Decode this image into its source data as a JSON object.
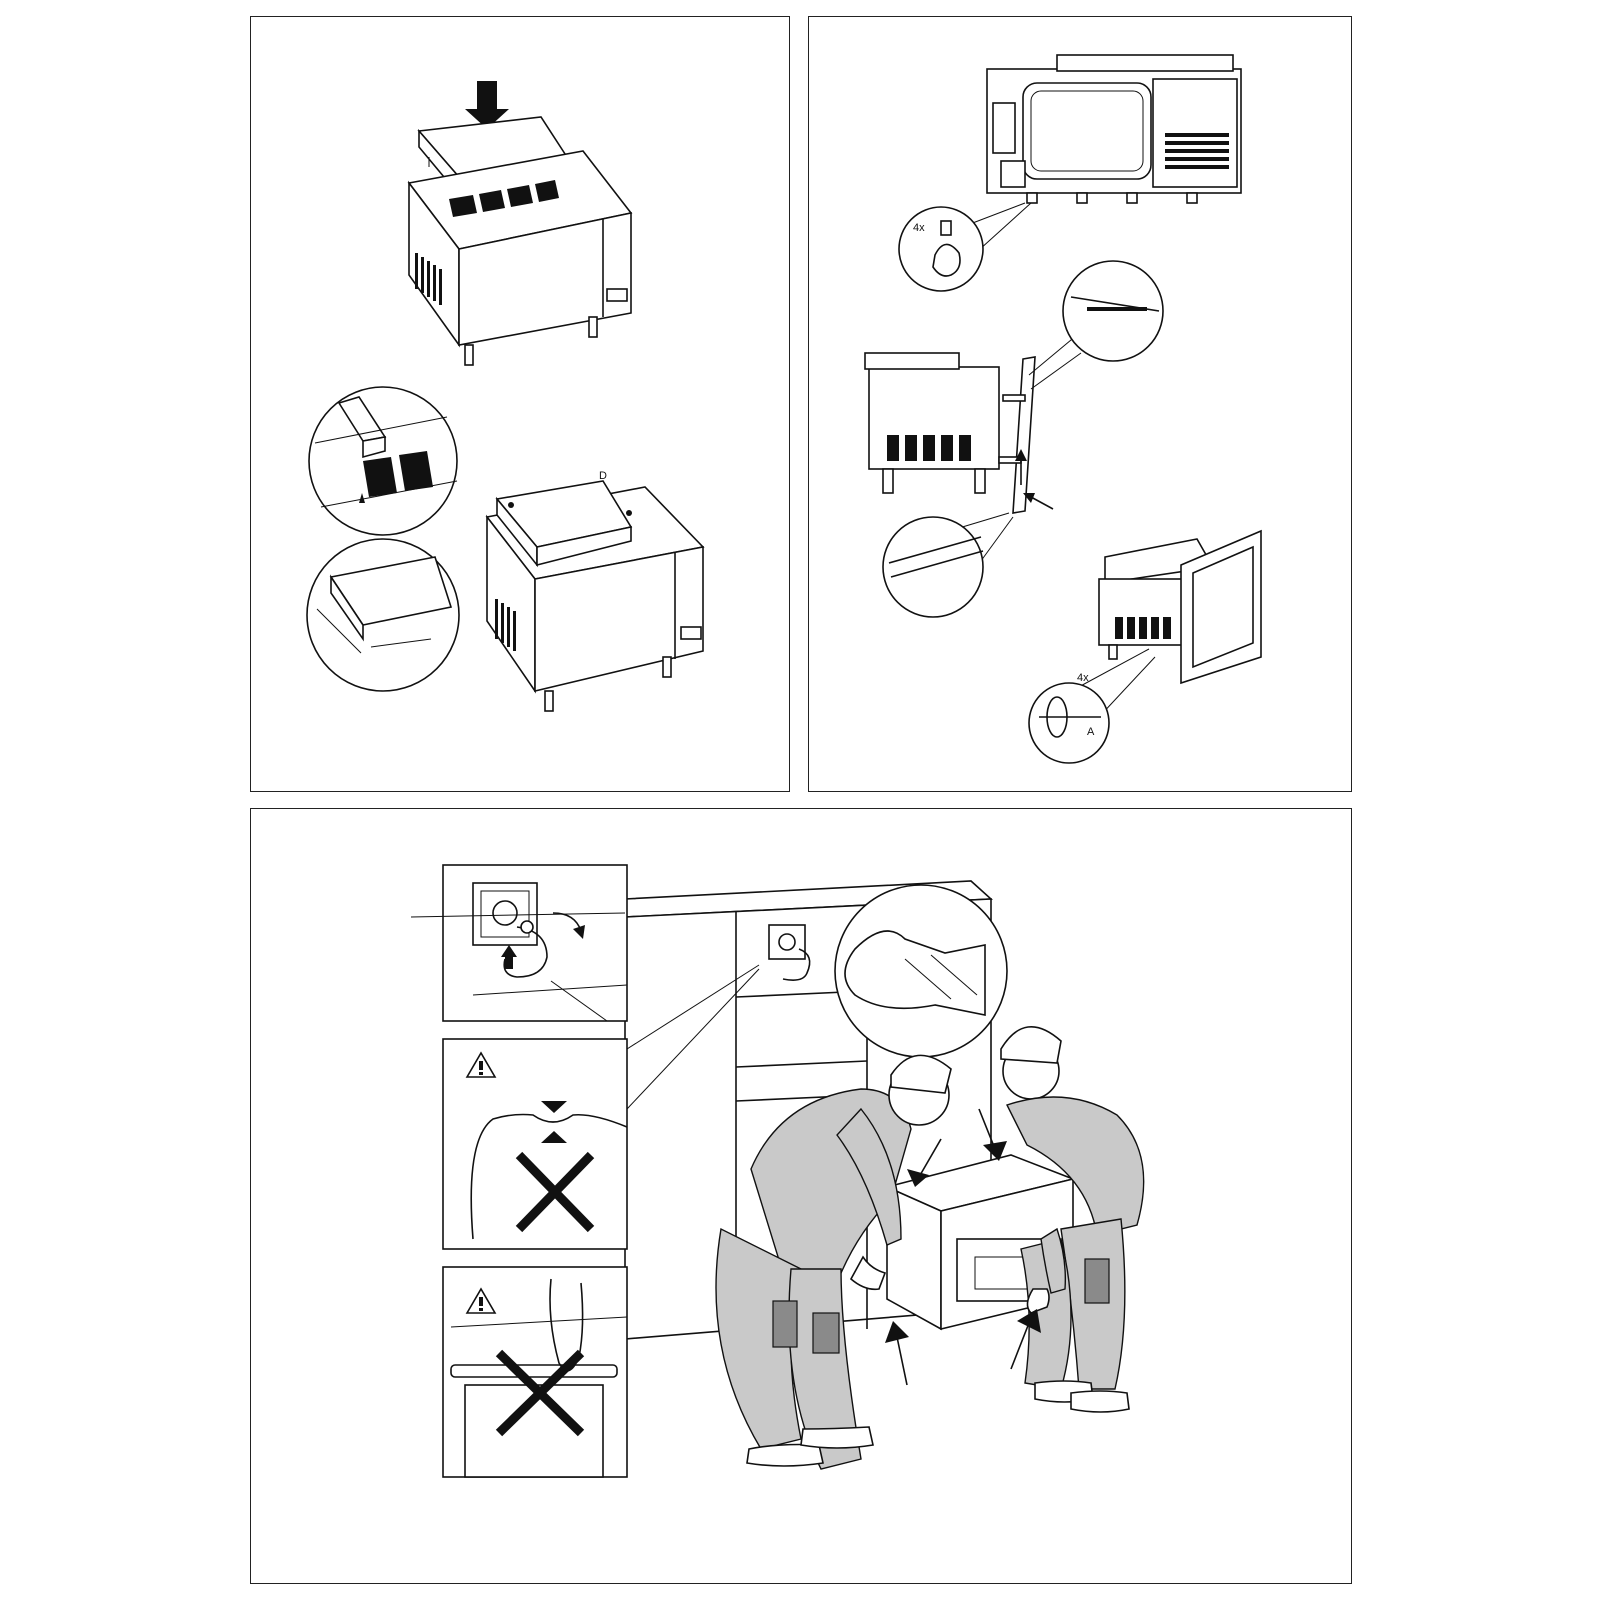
{
  "panels": {
    "top_left": {
      "step": "mount-top-cover"
    },
    "top_right": {
      "callout_upper": {
        "count_label": "4x"
      },
      "callout_lower": {
        "count_label": "4x",
        "marker_label": "A"
      }
    },
    "bottom": {
      "step": "two-person-installation"
    }
  },
  "icons": [
    "arrow-down-icon",
    "warning-icon",
    "cross-icon",
    "glove-icon",
    "plug-icon",
    "arrow-up-icon"
  ],
  "colors": {
    "line": "#111111",
    "fill_grey": "#c9c9c9",
    "patch_grey": "#8a8a8a"
  }
}
